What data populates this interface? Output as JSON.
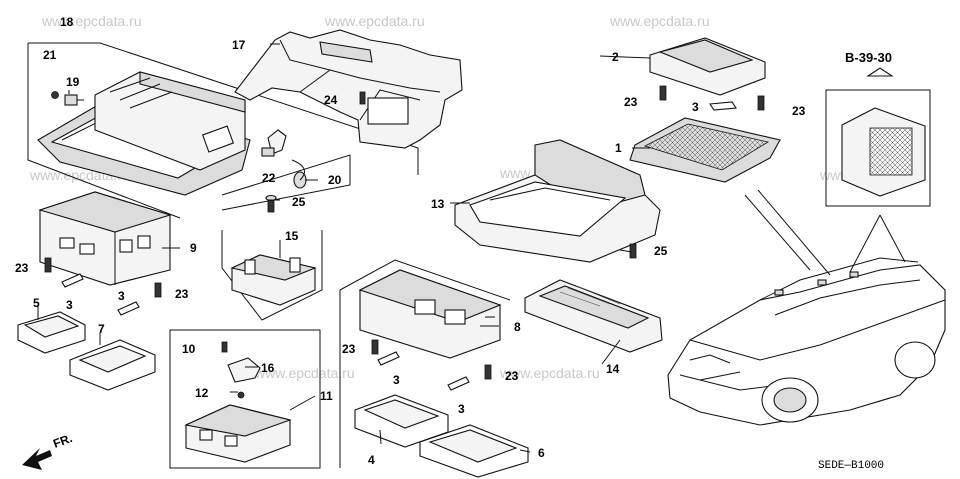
{
  "watermark": "www.epcdata.ru",
  "section_reference": "B-39-30",
  "diagram_code": "SEDE—B1000",
  "front_indicator": "FR.",
  "callouts": {
    "c1": "1",
    "c2": "2",
    "c3a": "3",
    "c3b": "3",
    "c3c": "3",
    "c3d": "3",
    "c3e": "3",
    "c4": "4",
    "c5": "5",
    "c6": "6",
    "c7": "7",
    "c8": "8",
    "c9": "9",
    "c10": "10",
    "c11": "11",
    "c12": "12",
    "c13": "13",
    "c14": "14",
    "c15": "15",
    "c16": "16",
    "c17": "17",
    "c18": "18",
    "c19": "19",
    "c20": "20",
    "c21": "21",
    "c22": "22",
    "c23a": "23",
    "c23b": "23",
    "c23c": "23",
    "c23d": "23",
    "c23e": "23",
    "c23f": "23",
    "c24": "24",
    "c25a": "25",
    "c25b": "25"
  }
}
